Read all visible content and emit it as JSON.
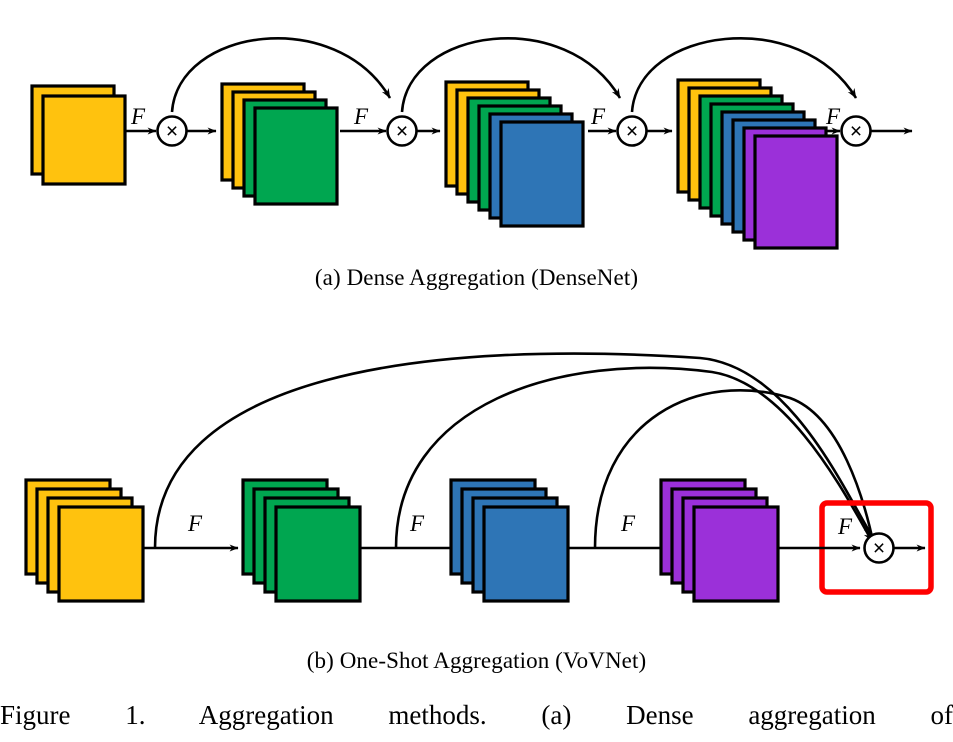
{
  "figure": {
    "caption_line": "Figure 1. Aggregation methods.    (a) Dense aggregation of",
    "subcaption_a": "(a) Dense Aggregation (DenseNet)",
    "subcaption_b": "(b) One-Shot Aggregation (VoVNet)"
  },
  "colors": {
    "yellow": "#FFC20E",
    "green": "#00A650",
    "blue": "#2E75B6",
    "purple": "#9B30D9",
    "outline": "#000000",
    "highlight": "#FF0000",
    "background": "#FFFFFF"
  },
  "labels": {
    "transform": "F",
    "concat": "×"
  },
  "chart_data": {
    "type": "diagram",
    "title": "Aggregation methods",
    "panels": [
      {
        "id": "a",
        "name": "Dense Aggregation (DenseNet)",
        "stacks": [
          {
            "index": 0,
            "cards": [
              "yellow",
              "yellow"
            ],
            "count": 2
          },
          {
            "index": 1,
            "cards": [
              "yellow",
              "yellow",
              "green",
              "green"
            ],
            "count": 4
          },
          {
            "index": 2,
            "cards": [
              "yellow",
              "yellow",
              "green",
              "green",
              "blue",
              "blue"
            ],
            "count": 6
          },
          {
            "index": 3,
            "cards": [
              "yellow",
              "yellow",
              "green",
              "green",
              "blue",
              "blue",
              "purple",
              "purple"
            ],
            "count": 8
          }
        ],
        "nodes": 4,
        "node_symbol": "×",
        "transform_labels": [
          "F",
          "F",
          "F",
          "F"
        ],
        "skip_arcs": 3,
        "arc_description": "each aggregation node feeds forward to the next aggregation node"
      },
      {
        "id": "b",
        "name": "One-Shot Aggregation (VoVNet)",
        "stacks": [
          {
            "index": 0,
            "cards": [
              "yellow",
              "yellow",
              "yellow",
              "yellow"
            ],
            "count": 4
          },
          {
            "index": 1,
            "cards": [
              "green",
              "green",
              "green",
              "green"
            ],
            "count": 4
          },
          {
            "index": 2,
            "cards": [
              "blue",
              "blue",
              "blue",
              "blue"
            ],
            "count": 4
          },
          {
            "index": 3,
            "cards": [
              "purple",
              "purple",
              "purple",
              "purple"
            ],
            "count": 4
          }
        ],
        "nodes": 1,
        "node_symbol": "×",
        "transform_labels": [
          "F",
          "F",
          "F",
          "F"
        ],
        "skip_arcs": 3,
        "highlighted_region": "final aggregation node",
        "arc_description": "all intermediate features are aggregated once at the final node"
      }
    ]
  }
}
